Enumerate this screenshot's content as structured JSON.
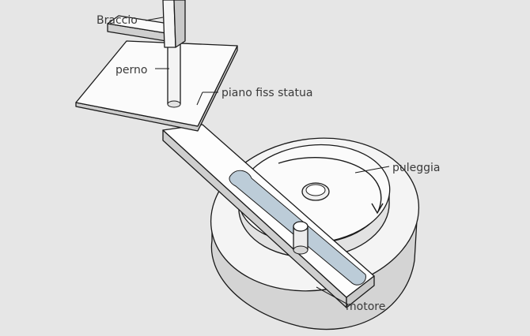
{
  "labels": {
    "braccio": "Braccio",
    "perno": "perno",
    "piano": "piano fiss statua",
    "puleggia": "puleggia",
    "motore": "motore"
  },
  "colors": {
    "background": "#e6e6e6",
    "face_light": "#ffffff",
    "face_mid": "#d9d9d9",
    "face_dark": "#bdbdbd",
    "slot_blue": "#b7c9d6",
    "edge": "#1a1a1a"
  }
}
